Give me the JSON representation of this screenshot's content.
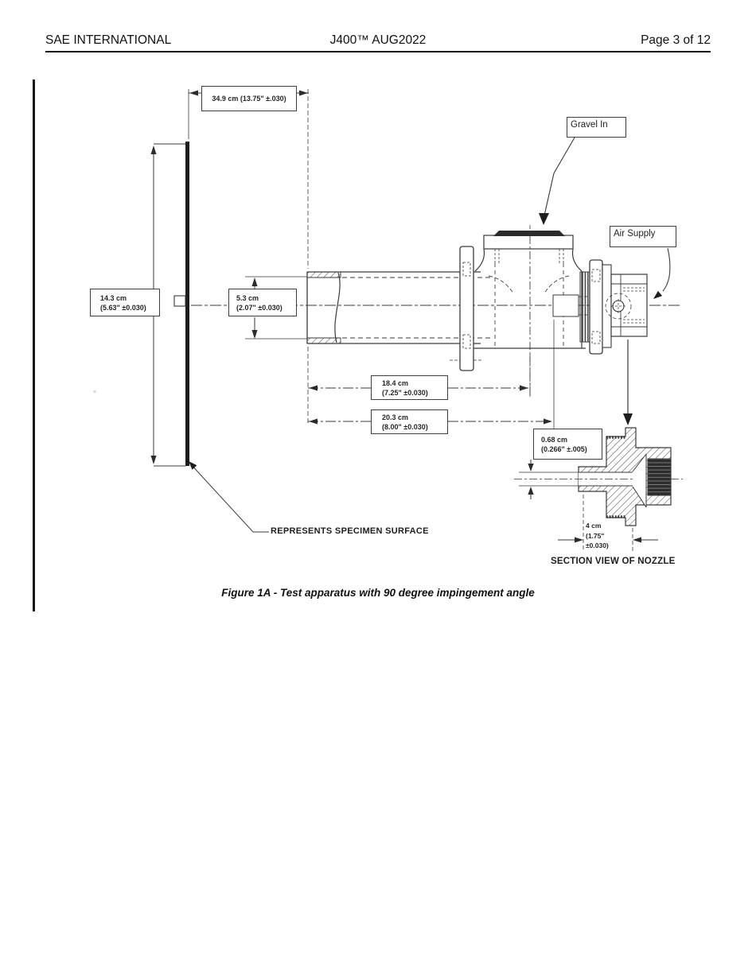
{
  "header": {
    "publisher": "SAE INTERNATIONAL",
    "document": "J400™ AUG2022",
    "page": "Page 3 of 12"
  },
  "figure": {
    "caption": "Figure 1A - Test apparatus with 90 degree impingement angle",
    "callouts": {
      "gravel_in": "Gravel In",
      "air_supply": "Air Supply",
      "specimen_surface": "REPRESENTS SPECIMEN SURFACE",
      "section_view_title": "SECTION VIEW OF NOZZLE"
    },
    "dimensions": {
      "standoff": {
        "line1": "34.9 cm (13.75\" ±.030)"
      },
      "specimen_height": {
        "line1": "14.3 cm",
        "line2": "(5.63\" ±0.030)"
      },
      "tube_id": {
        "line1": "5.3 cm",
        "line2": "(2.07\" ±0.030)"
      },
      "tube_len": {
        "line1": "18.4 cm",
        "line2": "(7.25\" ±0.030)"
      },
      "overall_len": {
        "line1": "20.3 cm",
        "line2": "(8.00\" ±0.030)"
      },
      "nozzle_bore": {
        "line1": "0.68 cm",
        "line2": "(0.266\" ±.005)"
      },
      "nozzle_len": {
        "line1": "4 cm",
        "line2": "(1.75\"",
        "line3": "±0.030)"
      }
    }
  }
}
